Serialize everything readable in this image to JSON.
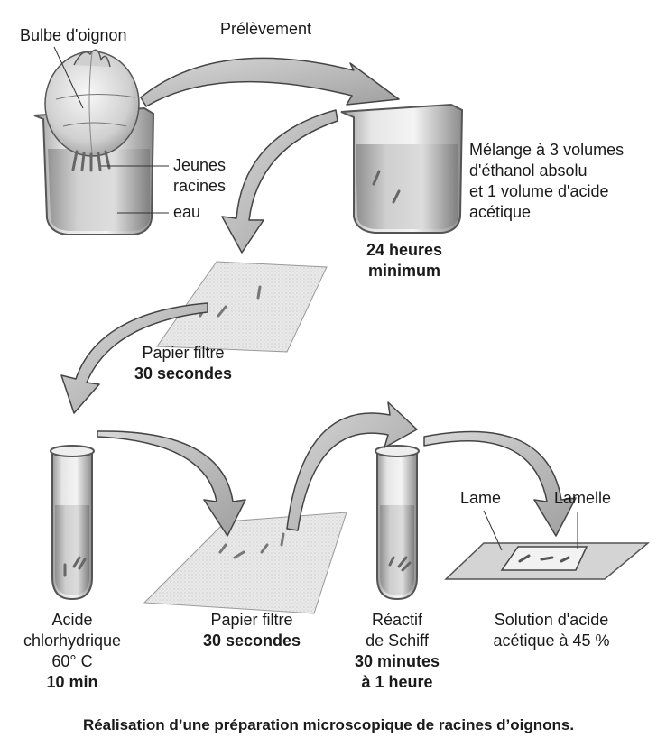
{
  "title": "Réalisation d’une préparation microscopique de racines d’oignons.",
  "labels": {
    "bulbe": "Bulbe d'oignon",
    "prelevement": "Prélèvement",
    "jeunes": "Jeunes",
    "racines": "racines",
    "eau": "eau",
    "melange_1": "Mélange à 3 volumes",
    "melange_2": "d'éthanol absolu",
    "melange_3": "et 1 volume d'acide",
    "melange_4": "acétique",
    "duree1_1": "24 heures",
    "duree1_2": "minimum",
    "papier1": "Papier filtre",
    "papier1_duree": "30 secondes",
    "acide_1": "Acide",
    "acide_2": "chlorhydrique",
    "acide_3": "60° C",
    "acide_4": "10 min",
    "papier2": "Papier filtre",
    "papier2_duree": "30 secondes",
    "reactif_1": "Réactif",
    "reactif_2": "de Schiff",
    "reactif_3": "30 minutes",
    "reactif_4": "à 1 heure",
    "lame": "Lame",
    "lamelle": "Lamelle",
    "solution_1": "Solution d'acide",
    "solution_2": "acétique à 45 %"
  }
}
